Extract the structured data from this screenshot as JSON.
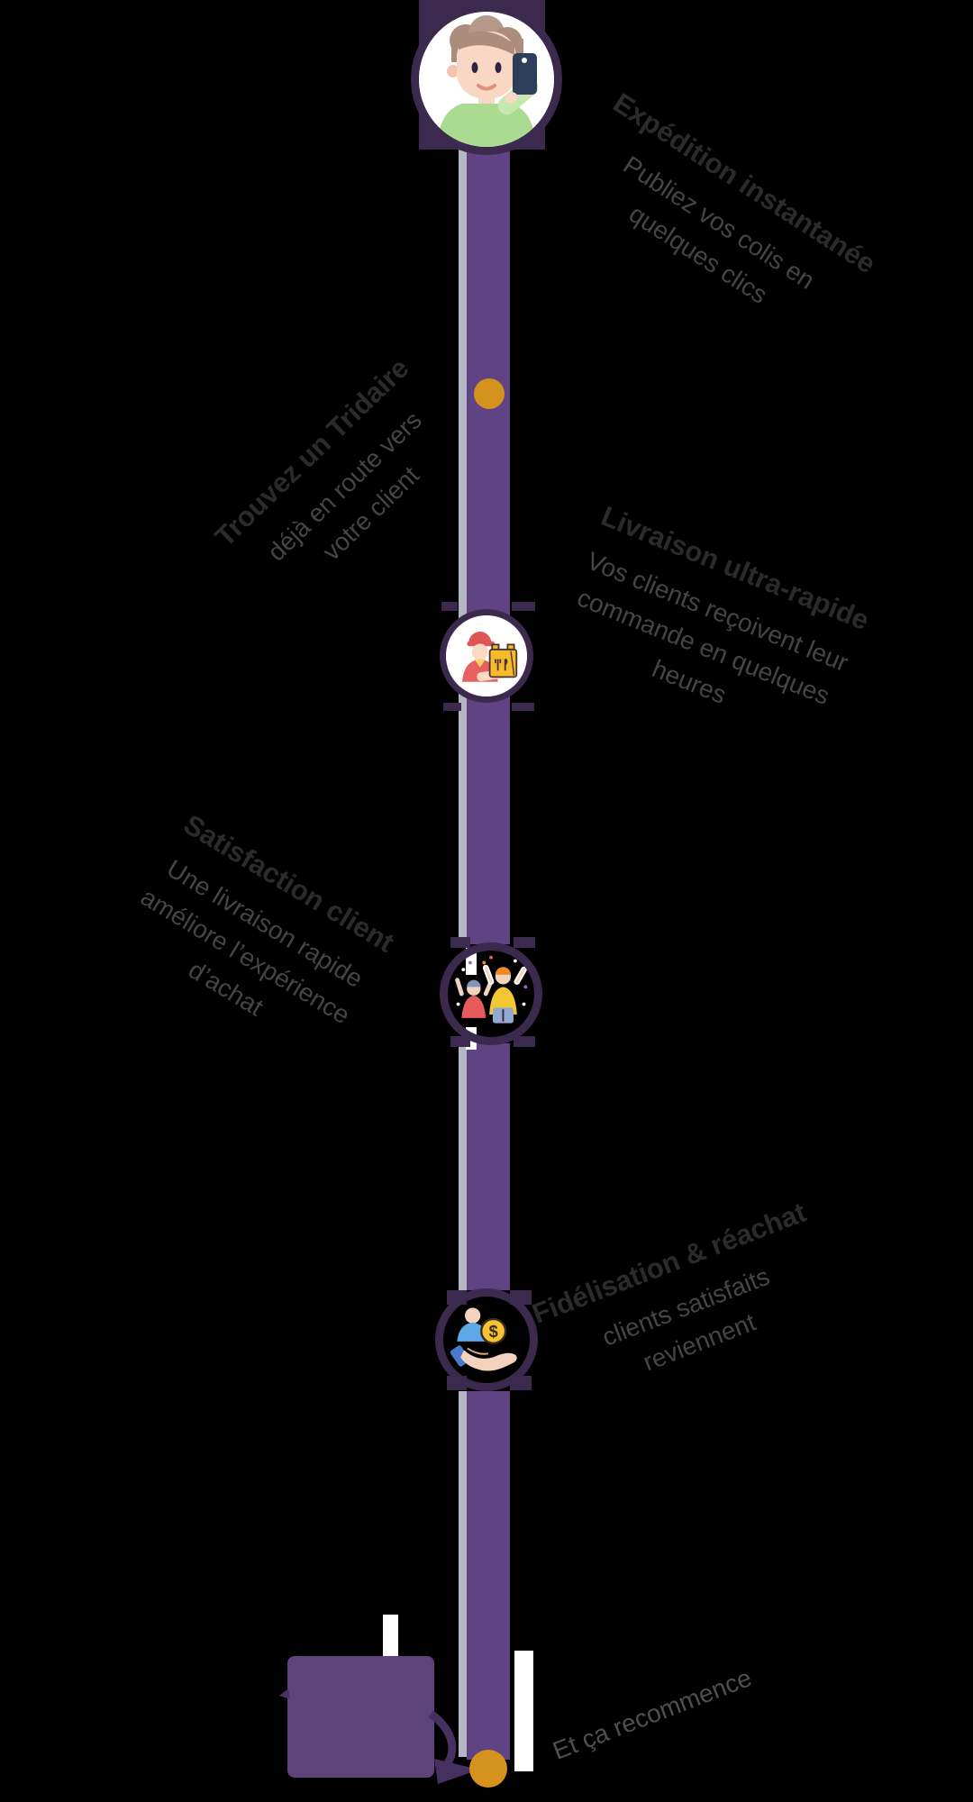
{
  "page": {
    "background_color": "#000000",
    "description": "Vertical delivery-service timeline infographic with rotated French labels"
  },
  "timeline": {
    "main_line_color": "#5f4383",
    "accent_line_color": "#b4b8c4",
    "node_ring_color": "#3b2a4e",
    "milestone_dot_color": "#d5921d",
    "restart_box_color": "#5d4379"
  },
  "steps": [
    {
      "title": "Expédition instantanée",
      "subtitle_lines": [
        "Publiez vos colis en",
        "quelques clics"
      ],
      "icon": "person-with-phone-icon",
      "side": "right"
    },
    {
      "title": "Trouvez un Tridaire",
      "subtitle_lines": [
        "déjà en route vers",
        "votre client"
      ],
      "icon": "orange-dot-marker",
      "side": "left"
    },
    {
      "title": "Livraison ultra-rapide",
      "subtitle_lines": [
        "Vos clients reçoivent leur",
        "commande en quelques",
        "heures"
      ],
      "icon": "delivery-courier-bag-icon",
      "side": "right"
    },
    {
      "title": "Satisfaction client",
      "subtitle_lines": [
        "Une livraison rapide",
        "améliore l’expérience",
        "d’achat"
      ],
      "icon": "celebrating-customers-icon",
      "side": "left"
    },
    {
      "title": "Fidélisation & réachat",
      "subtitle_lines": [
        "clients satisfaits",
        "reviennent"
      ],
      "icon": "hand-with-coin-icon",
      "side": "right"
    },
    {
      "title": "Et ça recommence",
      "subtitle_lines": [],
      "icon": "restart-loop-icon",
      "side": "right"
    }
  ]
}
